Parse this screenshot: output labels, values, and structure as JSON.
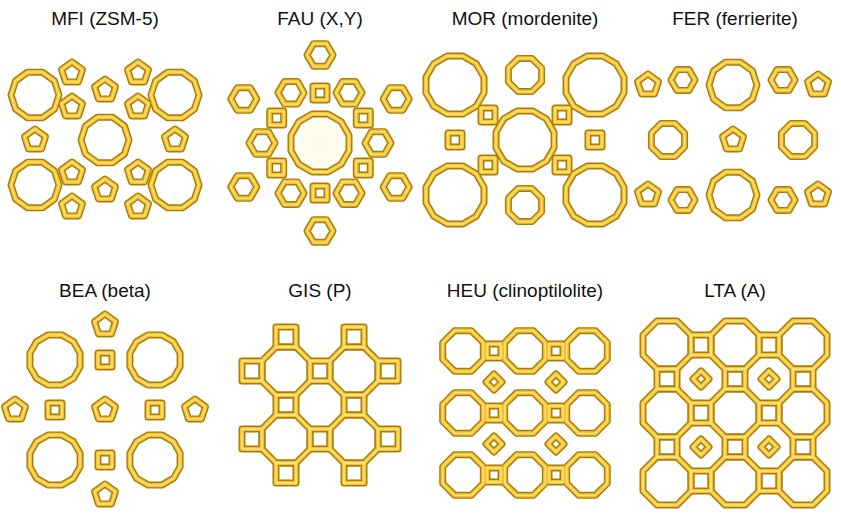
{
  "diagram": {
    "labels": [
      "MFI (ZSM-5)",
      "FAU (X,Y)",
      "MOR (mordenite)",
      "FER (ferrierite)",
      "BEA (beta)",
      "GIS (P)",
      "HEU (clinoptilolite)",
      "LTA (A)"
    ]
  }
}
